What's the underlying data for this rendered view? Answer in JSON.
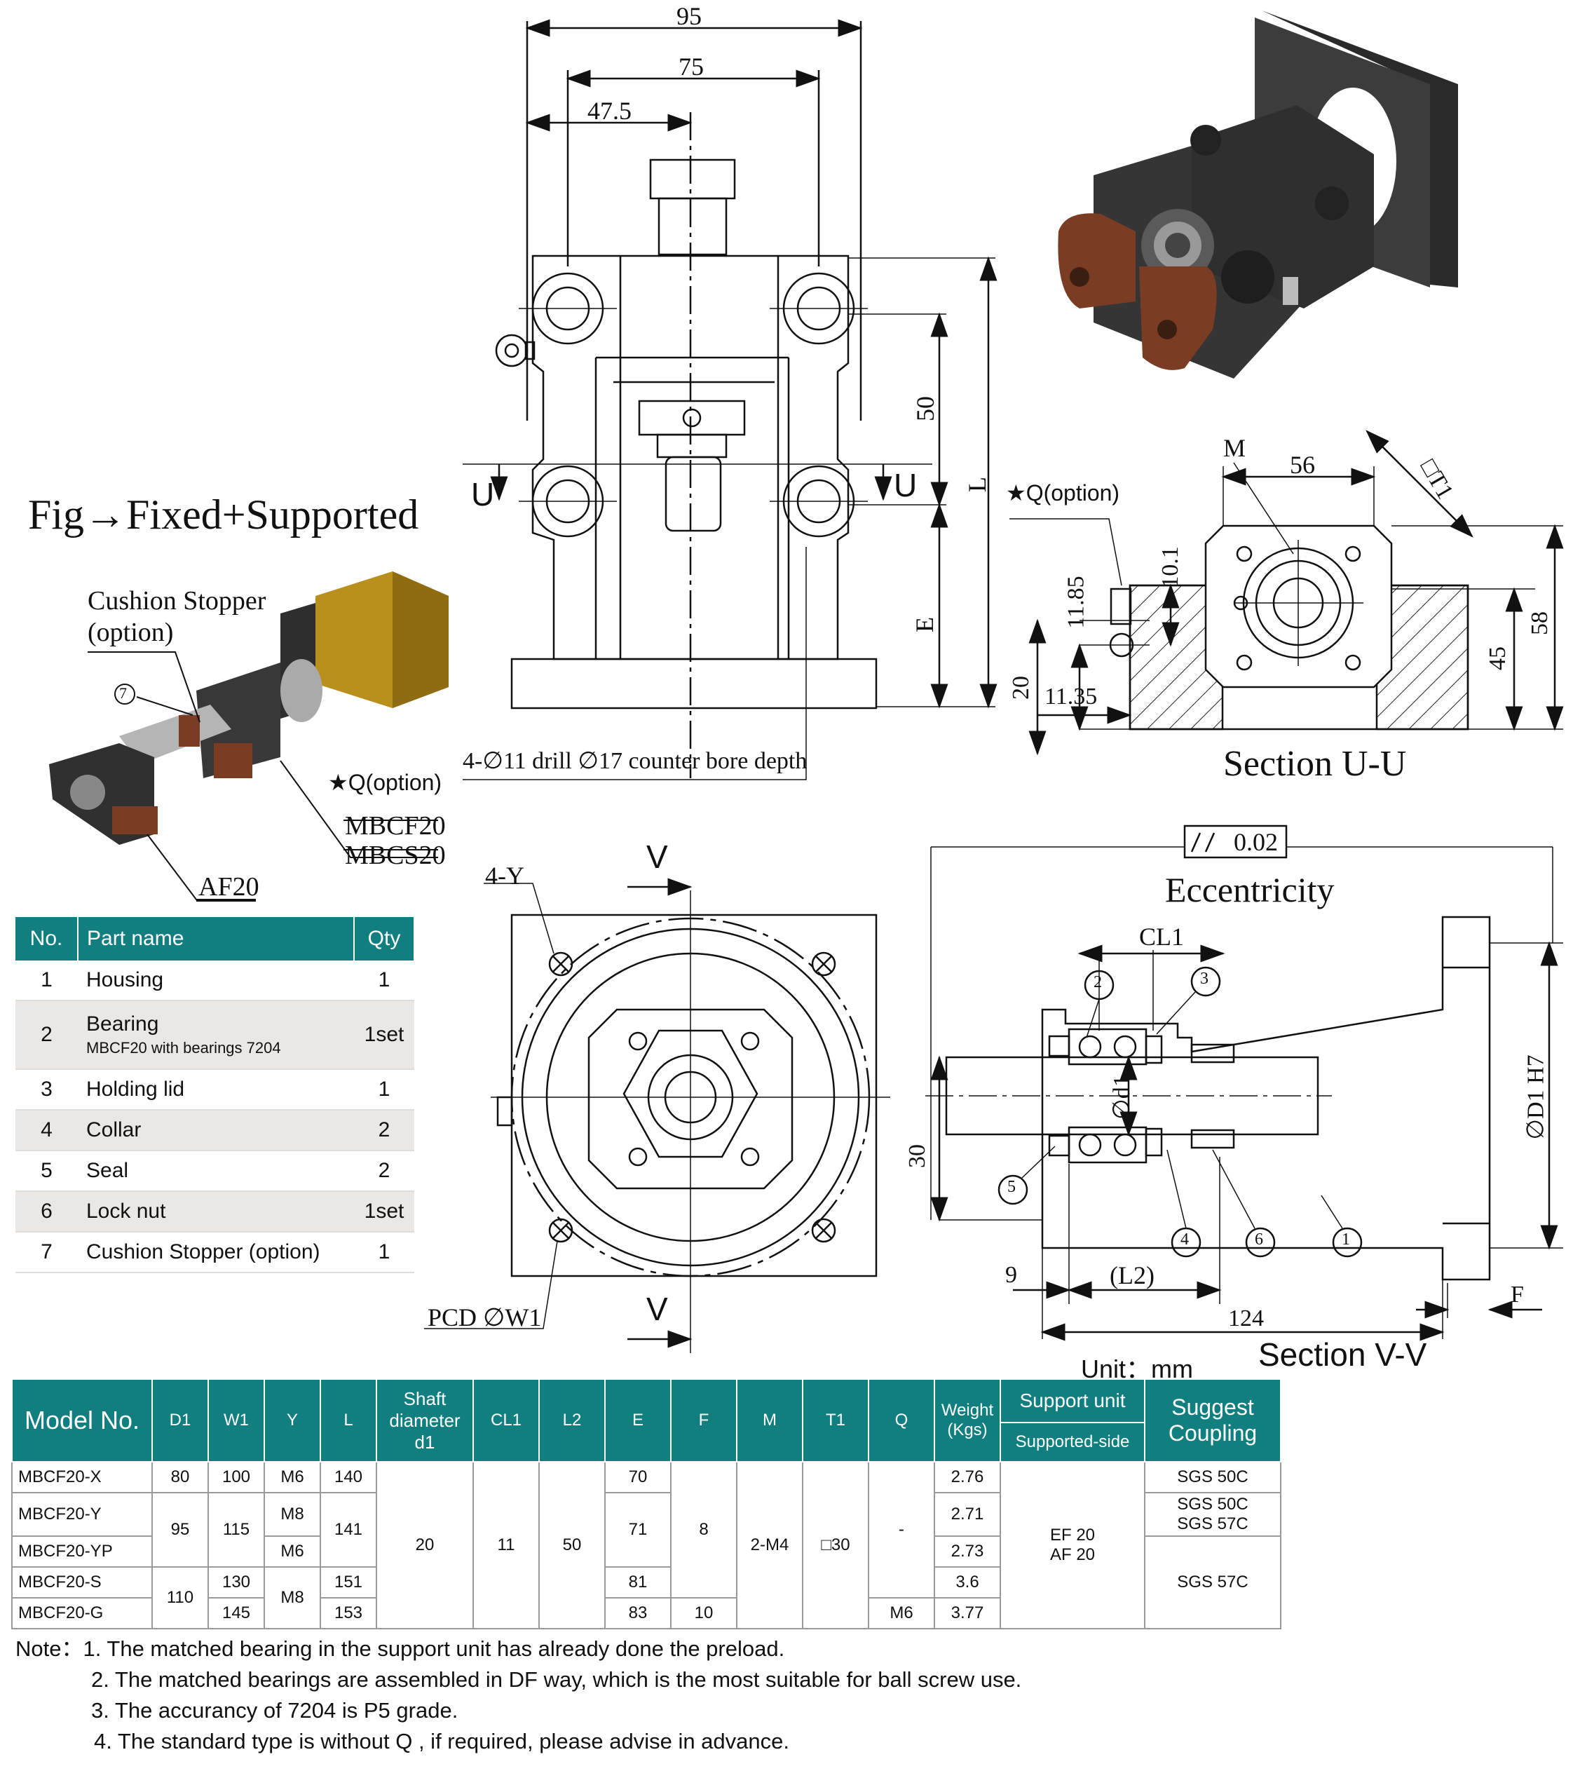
{
  "figure": {
    "title": "Fig→Fixed+Supported",
    "callouts": {
      "cushion_stopper": "Cushion Stopper",
      "cushion_option": "(option)",
      "item7": "7",
      "q_option": "★Q(option)",
      "mbcf20": "MBCF20",
      "mbcs20": "MBCS20",
      "af20": "AF20"
    }
  },
  "front_view": {
    "dim_95": "95",
    "dim_75": "75",
    "dim_47_5": "47.5",
    "dim_50": "50",
    "dim_L": "L",
    "dim_E": "E",
    "section_u_left": "U",
    "section_u_right": "U",
    "drill_note": "4-∅11 drill  ∅17 counter bore depth"
  },
  "section_uu": {
    "title": "Section  U-U",
    "m": "M",
    "d56": "56",
    "t1": "□T1",
    "q_option": "★Q(option)",
    "d10_1": "10.1",
    "d11_85": "11.85",
    "d20": "20",
    "d11_35": "11.35",
    "d45": "45",
    "d58": "58"
  },
  "bottom_view": {
    "y4": "4-Y",
    "v_top": "V",
    "v_bottom": "V",
    "pcd": "PCD ∅W1"
  },
  "section_vv": {
    "title": "Section V-V",
    "eccentricity_value": "0.02",
    "eccentricity": "Eccentricity",
    "cl1": "CL1",
    "d1": "∅d1",
    "D1": "∅D1 H7",
    "d30": "30",
    "d9": "9",
    "L2": "(L2)",
    "d124": "124",
    "F": "F",
    "balloons": [
      "1",
      "2",
      "3",
      "4",
      "5",
      "6"
    ]
  },
  "parts_table": {
    "headers": [
      "No.",
      "Part name",
      "Qty"
    ],
    "rows": [
      {
        "no": "1",
        "name": "Housing",
        "sub": "",
        "qty": "1"
      },
      {
        "no": "2",
        "name": "Bearing",
        "sub": "MBCF20 with bearings 7204",
        "qty": "1set"
      },
      {
        "no": "3",
        "name": "Holding lid",
        "sub": "",
        "qty": "1"
      },
      {
        "no": "4",
        "name": "Collar",
        "sub": "",
        "qty": "2"
      },
      {
        "no": "5",
        "name": "Seal",
        "sub": "",
        "qty": "2"
      },
      {
        "no": "6",
        "name": "Lock nut",
        "sub": "",
        "qty": "1set"
      },
      {
        "no": "7",
        "name": "Cushion Stopper (option)",
        "sub": "",
        "qty": "1"
      }
    ]
  },
  "unit": "Unit：mm",
  "model_table": {
    "headers": {
      "model": "Model No.",
      "d1": "D1",
      "w1": "W1",
      "y": "Y",
      "l": "L",
      "shaft": [
        "Shaft",
        "diameter",
        "d1"
      ],
      "cl1": "CL1",
      "l2": "L2",
      "e": "E",
      "f": "F",
      "m": "M",
      "t1": "T1",
      "q": "Q",
      "weight": [
        "Weight",
        "(Kgs)"
      ],
      "support": "Support unit",
      "support_sub": "Supported-side",
      "coupling": [
        "Suggest",
        "Coupling"
      ]
    },
    "models": [
      "MBCF20-X",
      "MBCF20-Y",
      "MBCF20-YP",
      "MBCF20-S",
      "MBCF20-G"
    ],
    "d1_vals": [
      "80",
      "95",
      "110"
    ],
    "w1_vals": [
      "100",
      "115",
      "130",
      "145"
    ],
    "y_vals": [
      "M6",
      "M8",
      "M6",
      "M8"
    ],
    "l_vals": [
      "140",
      "141",
      "151",
      "153"
    ],
    "shaft_val": "20",
    "cl1_val": "11",
    "l2_val": "50",
    "e_vals": [
      "70",
      "71",
      "81",
      "83"
    ],
    "f_vals": [
      "8",
      "10"
    ],
    "m_val": "2-M4",
    "t1_val": "□30",
    "q_vals": [
      "-",
      "M6"
    ],
    "weights": [
      "2.76",
      "2.71",
      "2.73",
      "3.6",
      "3.77"
    ],
    "support_val": [
      "EF 20",
      "AF 20"
    ],
    "couplings": [
      "SGS 50C",
      "SGS 50C",
      "SGS 57C",
      "SGS 57C"
    ]
  },
  "notes": {
    "prefix": "Note：",
    "items": [
      "1. The matched bearing in the support unit has already done the preload.",
      "2. The matched bearings are assembled in DF way, which is the most suitable for ball screw use.",
      "3. The accurancy of 7204 is P5 grade.",
      "4. The standard type is without  Q , if required, please advise in advance."
    ]
  },
  "colors": {
    "table_header": "#117f7f",
    "alt_row": "#ebe7e5",
    "motor_gold": "#b98f1e",
    "stopper_brown": "#7a3d24",
    "housing_dark": "#3a3a3a"
  }
}
